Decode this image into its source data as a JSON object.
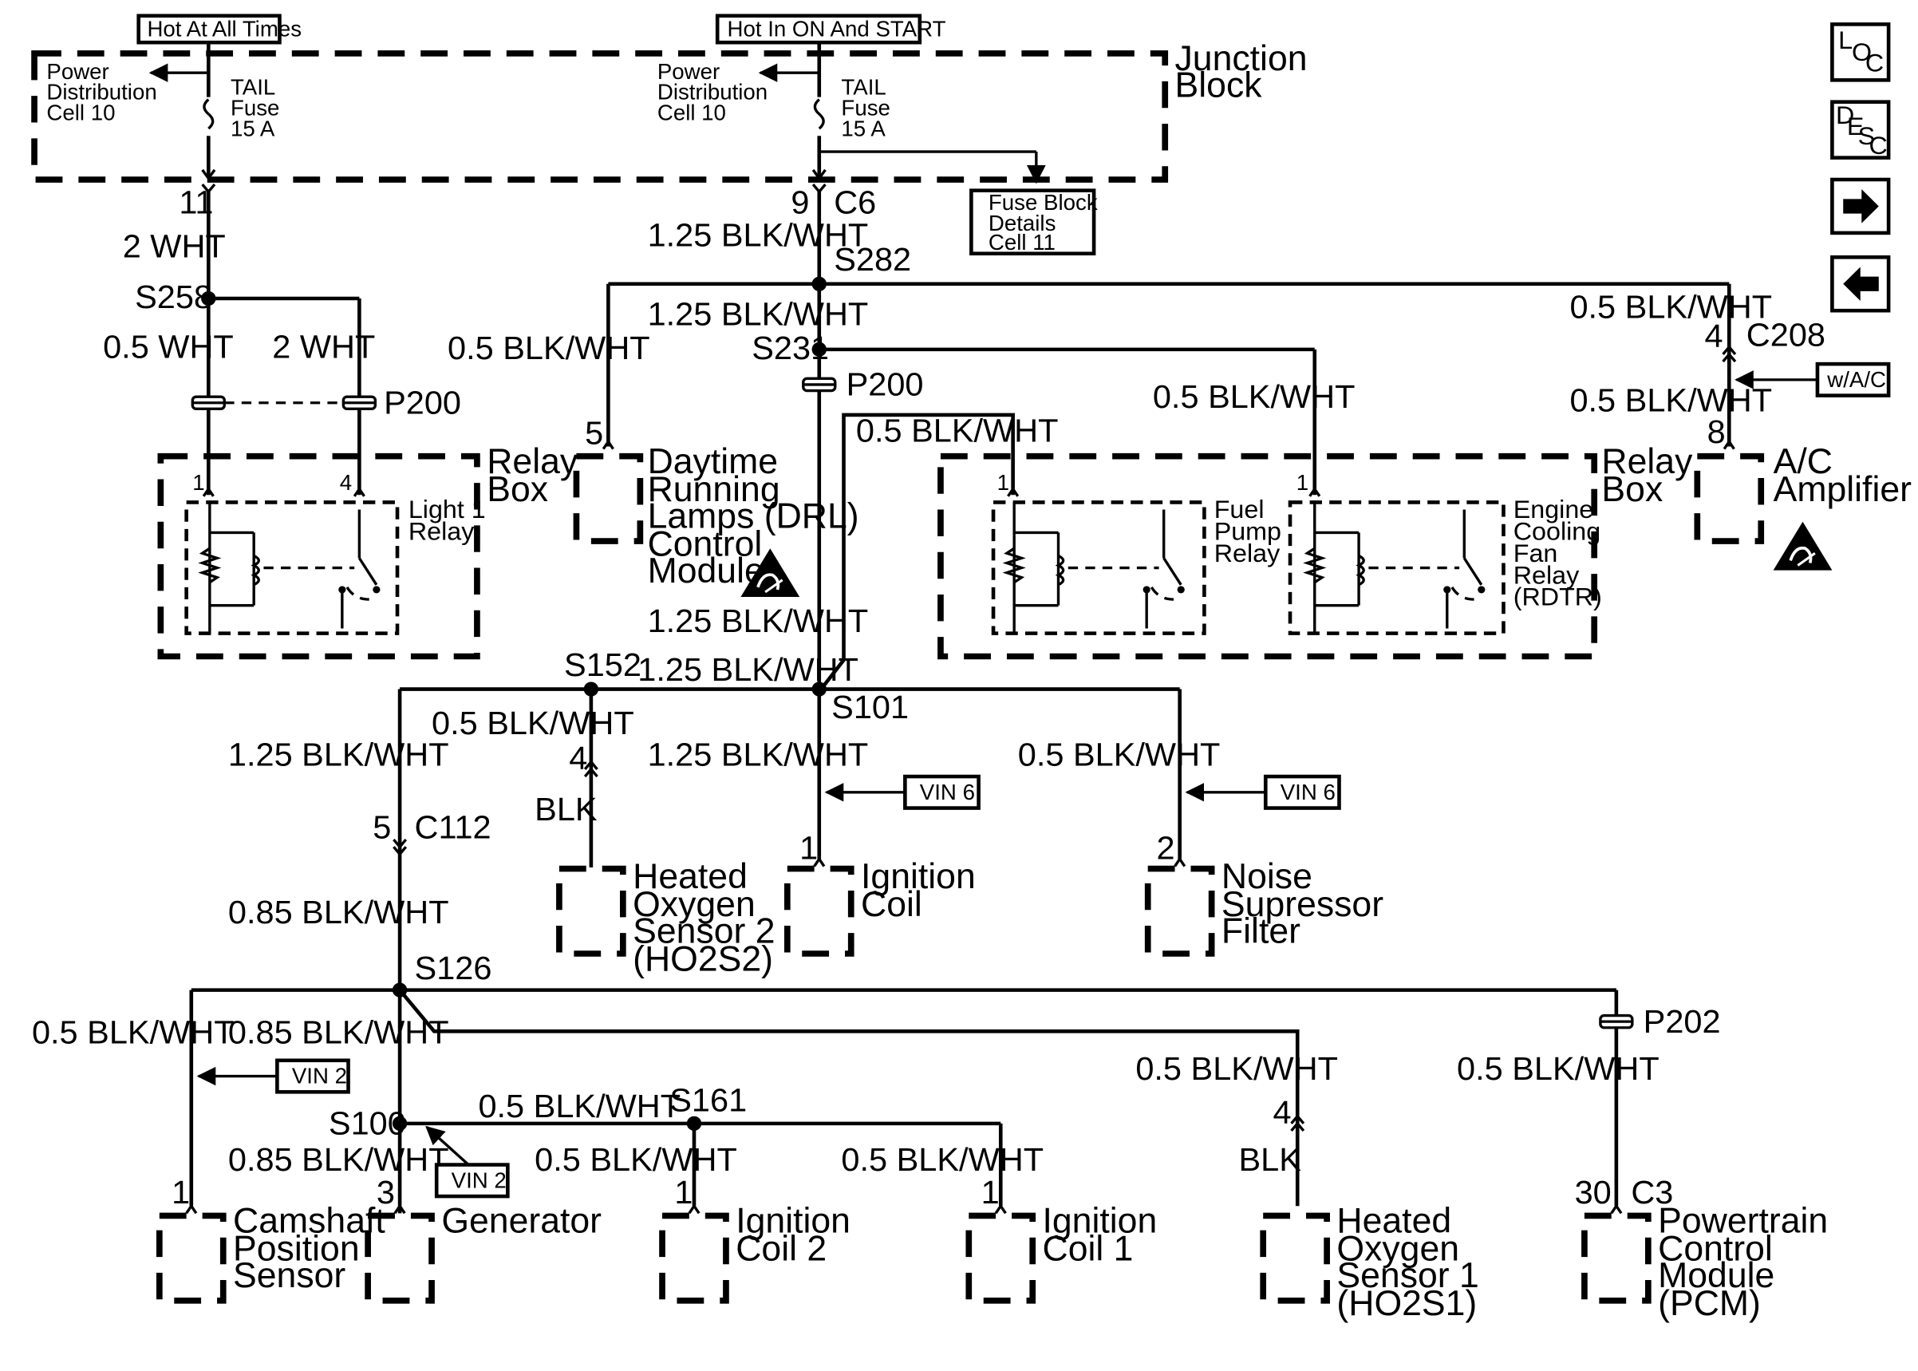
{
  "source": {
    "hot_at_all_times": "Hot At All Times",
    "hot_in_on_and_start": "Hot In ON And START"
  },
  "junction_block": {
    "line1": "Junction",
    "line2": "Block"
  },
  "power_distribution": [
    "Power",
    "Distribution",
    "Cell 10"
  ],
  "fuse": [
    "TAIL",
    "Fuse",
    "15 A"
  ],
  "fuse_block_details": [
    "Fuse Block",
    "Details",
    "Cell 11"
  ],
  "connectors": {
    "pin_11": "11",
    "pin_9": "9",
    "c6": "C6",
    "s282": "S282",
    "s258": "S258",
    "s231": "S231",
    "p200": "P200",
    "c208": "C208",
    "pin_4": "4",
    "pin_8": "8",
    "pin_5": "5",
    "s152": "S152",
    "s101": "S101",
    "c112": "C112",
    "s126": "S126",
    "p202": "P202",
    "s100": "S100",
    "s161": "S161",
    "c3": "C3",
    "pin_30": "30",
    "pin_1": "1",
    "pin_2": "2",
    "pin_3": "3"
  },
  "wires": {
    "wht_2": "2 WHT",
    "wht_05": "0.5 WHT",
    "blkwht_125": "1.25 BLK/WHT",
    "blkwht_05": "0.5 BLK/WHT",
    "blkwht_085": "0.85 BLK/WHT",
    "blk": "BLK"
  },
  "relay_box": {
    "line1": "Relay",
    "line2": "Box"
  },
  "relays": {
    "light1": [
      "Light 1",
      "Relay"
    ],
    "fuel_pump": [
      "Fuel",
      "Pump",
      "Relay"
    ],
    "cooling_fan": [
      "Engine",
      "Cooling",
      "Fan",
      "Relay",
      "(RDTR)"
    ]
  },
  "option_tags": {
    "wac": "w/A/C",
    "vin6": "VIN 6",
    "vin2": "VIN 2"
  },
  "components": {
    "drl": [
      "Daytime",
      "Running",
      "Lamps (DRL)",
      "Control",
      "Module"
    ],
    "ac_amp": [
      "A/C",
      "Amplifier"
    ],
    "ho2s2": [
      "Heated",
      "Oxygen",
      "Sensor 2",
      "(HO2S2)"
    ],
    "ign_coil": [
      "Ignition",
      "Coil"
    ],
    "noise": [
      "Noise",
      "Supressor",
      "Filter"
    ],
    "cam": [
      "Camshaft",
      "Position",
      "Sensor"
    ],
    "generator": [
      "Generator"
    ],
    "coil2": [
      "Ignition",
      "Coil 2"
    ],
    "coil1": [
      "Ignition",
      "Coil 1"
    ],
    "ho2s1": [
      "Heated",
      "Oxygen",
      "Sensor 1",
      "(HO2S1)"
    ],
    "pcm": [
      "Powertrain",
      "Control",
      "Module",
      "(PCM)"
    ]
  },
  "side_nav": {
    "loc": [
      "L",
      "O",
      "C"
    ],
    "desc": [
      "D",
      "E",
      "S",
      "C"
    ],
    "next_icon": "arrow-right-icon",
    "prev_icon": "arrow-left-icon"
  }
}
